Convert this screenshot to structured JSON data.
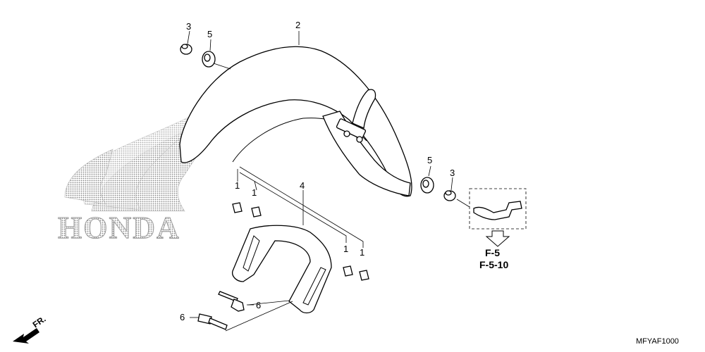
{
  "watermark": {
    "text": "HONDA",
    "logo": "honda-wing-logo"
  },
  "callouts": {
    "c1a": "1",
    "c1b": "1",
    "c1c": "1",
    "c1d": "1",
    "c2": "2",
    "c3a": "3",
    "c3b": "3",
    "c4": "4",
    "c5a": "5",
    "c5b": "5",
    "c6a": "6",
    "c6b": "6"
  },
  "references": {
    "ref1": "F-5",
    "ref2": "F-5-10"
  },
  "direction": {
    "label": "FR."
  },
  "diagram_code": "MFYAF1000",
  "icons": [
    "arrow-down-outline-icon",
    "front-direction-arrow-icon"
  ]
}
